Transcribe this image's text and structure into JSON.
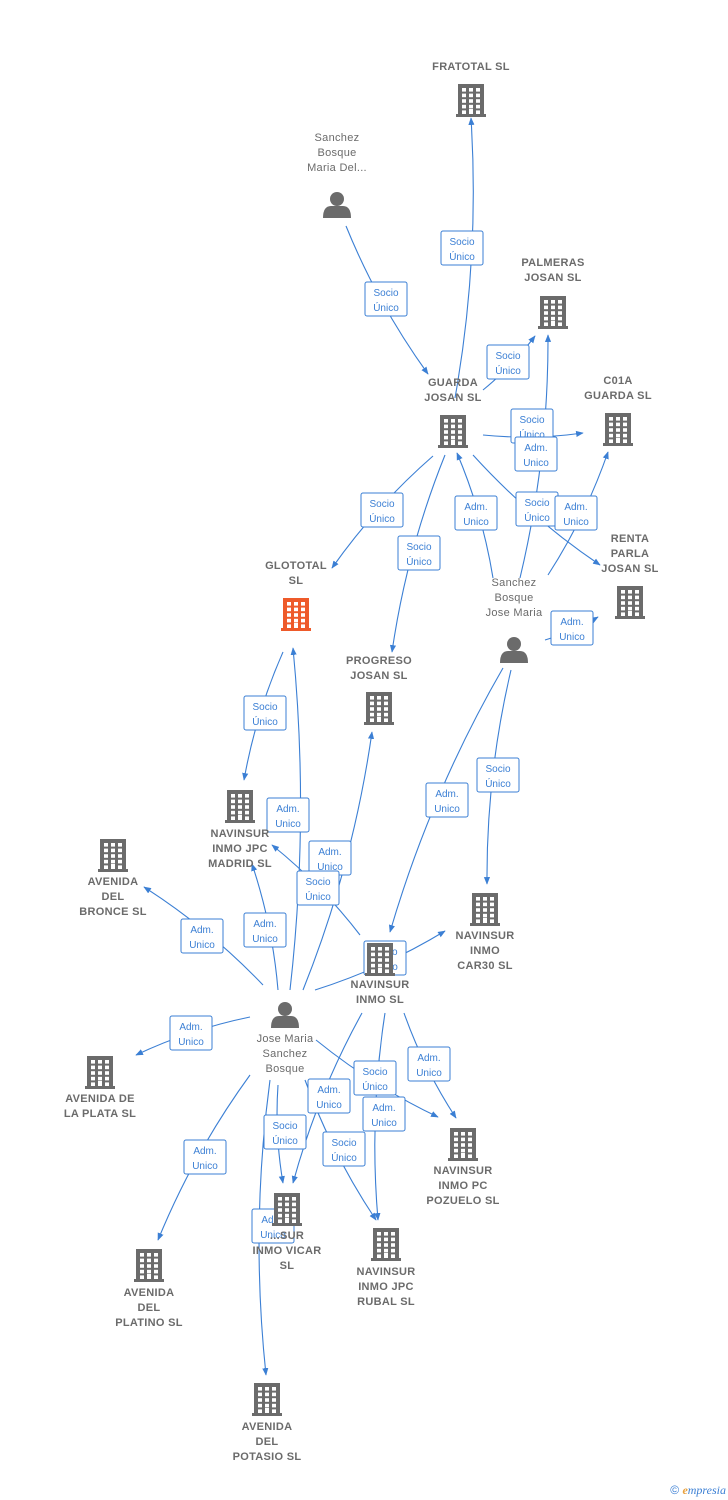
{
  "colors": {
    "accent": "#3b7fd4",
    "node": "#6b6b6b",
    "highlight": "#ee5a2a"
  },
  "nodes": [
    {
      "id": "fratotal",
      "type": "company",
      "label": [
        "FRATOTAL  SL"
      ]
    },
    {
      "id": "sanchez_maria_del",
      "type": "person",
      "label": [
        "Sanchez",
        "Bosque",
        "Maria Del..."
      ]
    },
    {
      "id": "palmeras",
      "type": "company",
      "label": [
        "PALMERAS",
        "JOSAN  SL"
      ]
    },
    {
      "id": "guarda_josan",
      "type": "company",
      "label": [
        "GUARDA",
        "JOSAN  SL"
      ]
    },
    {
      "id": "c01a",
      "type": "company",
      "label": [
        "C01A",
        "GUARDA  SL"
      ]
    },
    {
      "id": "glototal",
      "type": "company",
      "highlight": true,
      "label": [
        "GLOTOTAL",
        "SL"
      ]
    },
    {
      "id": "renta_parla",
      "type": "company",
      "label": [
        "RENTA",
        "PARLA",
        "JOSAN  SL"
      ]
    },
    {
      "id": "sanchez_jose_maria",
      "type": "person",
      "label": [
        "Sanchez",
        "Bosque",
        "Jose Maria"
      ]
    },
    {
      "id": "progreso",
      "type": "company",
      "label": [
        "PROGRESO",
        "JOSAN  SL"
      ]
    },
    {
      "id": "navinsur_madrid",
      "type": "company",
      "label": [
        "NAVINSUR",
        "INMO JPC",
        "MADRID  SL"
      ]
    },
    {
      "id": "avenida_bronce",
      "type": "company",
      "label": [
        "AVENIDA",
        "DEL",
        "BRONCE SL"
      ]
    },
    {
      "id": "navinsur_car30",
      "type": "company",
      "label": [
        "NAVINSUR",
        "INMO",
        "CAR30  SL"
      ]
    },
    {
      "id": "navinsur_inmo",
      "type": "company",
      "label": [
        "NAVINSUR",
        "INMO  SL"
      ]
    },
    {
      "id": "jose_maria_sanchez",
      "type": "person",
      "label": [
        "Jose Maria",
        "Sanchez",
        "Bosque"
      ]
    },
    {
      "id": "avenida_plata",
      "type": "company",
      "label": [
        "AVENIDA DE",
        "LA PLATA SL"
      ]
    },
    {
      "id": "navinsur_pozuelo",
      "type": "company",
      "label": [
        "NAVINSUR",
        "INMO PC",
        "POZUELO  SL"
      ]
    },
    {
      "id": "navinsur_vicar",
      "type": "company",
      "label": [
        "...SUR",
        "INMO VICAR",
        "SL"
      ]
    },
    {
      "id": "avenida_platino",
      "type": "company",
      "label": [
        "AVENIDA",
        "DEL",
        "PLATINO SL"
      ]
    },
    {
      "id": "navinsur_rubal",
      "type": "company",
      "label": [
        "NAVINSUR",
        "INMO JPC",
        "RUBAL  SL"
      ]
    },
    {
      "id": "avenida_potasio",
      "type": "company",
      "label": [
        "AVENIDA",
        "DEL",
        "POTASIO SL"
      ]
    }
  ],
  "edges": [
    {
      "from": "guarda_josan",
      "to": "fratotal",
      "label": [
        "Socio",
        "Único"
      ]
    },
    {
      "from": "sanchez_maria_del",
      "to": "guarda_josan",
      "label": [
        "Socio",
        "Único"
      ]
    },
    {
      "from": "guarda_josan",
      "to": "palmeras",
      "label": [
        "Socio",
        "Único"
      ]
    },
    {
      "from": "guarda_josan",
      "to": "c01a",
      "label": [
        "Socio",
        "Único"
      ]
    },
    {
      "from": "sanchez_jose_maria",
      "to": "palmeras",
      "label": [
        "Adm.",
        "Unico"
      ]
    },
    {
      "from": "guarda_josan",
      "to": "glototal",
      "label": [
        "Socio",
        "Único"
      ]
    },
    {
      "from": "guarda_josan",
      "to": "progreso",
      "label": [
        "Socio",
        "Único"
      ]
    },
    {
      "from": "sanchez_jose_maria",
      "to": "guarda_josan",
      "label": [
        "Adm.",
        "Unico"
      ]
    },
    {
      "from": "guarda_josan",
      "to": "renta_parla",
      "label": [
        "Socio",
        "Único"
      ]
    },
    {
      "from": "sanchez_jose_maria",
      "to": "c01a",
      "label": [
        "Adm.",
        "Unico"
      ]
    },
    {
      "from": "sanchez_jose_maria",
      "to": "renta_parla",
      "label": [
        "Adm.",
        "Unico"
      ]
    },
    {
      "from": "sanchez_jose_maria",
      "to": "navinsur_inmo",
      "label": [
        "Adm.",
        "Unico"
      ]
    },
    {
      "from": "sanchez_jose_maria",
      "to": "navinsur_car30",
      "label": [
        "Socio",
        "Único"
      ]
    },
    {
      "from": "glototal",
      "to": "navinsur_madrid",
      "label": [
        "Socio",
        "Único"
      ]
    },
    {
      "from": "jose_maria_sanchez",
      "to": "glototal",
      "label": [
        "Adm.",
        "Unico"
      ]
    },
    {
      "from": "jose_maria_sanchez",
      "to": "progreso",
      "label": [
        "Adm.",
        "Unico"
      ]
    },
    {
      "from": "navinsur_inmo",
      "to": "navinsur_madrid",
      "label": [
        "Socio",
        "Único"
      ]
    },
    {
      "from": "jose_maria_sanchez",
      "to": "avenida_bronce",
      "label": [
        "Adm.",
        "Unico"
      ]
    },
    {
      "from": "jose_maria_sanchez",
      "to": "navinsur_madrid",
      "label": [
        "Adm.",
        "Unico"
      ]
    },
    {
      "from": "navinsur_inmo",
      "to": "navinsur_car30",
      "label": [
        "Socio",
        "Único"
      ]
    },
    {
      "from": "jose_maria_sanchez",
      "to": "navinsur_car30",
      "label": [
        "Adm.",
        "Unico"
      ]
    },
    {
      "from": "jose_maria_sanchez",
      "to": "avenida_plata",
      "label": [
        "Adm.",
        "Unico"
      ]
    },
    {
      "from": "navinsur_inmo",
      "to": "navinsur_pozuelo",
      "label": [
        "Socio",
        "Único"
      ]
    },
    {
      "from": "jose_maria_sanchez",
      "to": "navinsur_pozuelo",
      "label": [
        "Adm.",
        "Unico"
      ]
    },
    {
      "from": "navinsur_inmo",
      "to": "navinsur_vicar",
      "label": [
        "Socio",
        "Único"
      ]
    },
    {
      "from": "jose_maria_sanchez",
      "to": "navinsur_vicar",
      "label": [
        "Adm.",
        "Unico"
      ]
    },
    {
      "from": "navinsur_inmo",
      "to": "navinsur_rubal",
      "label": [
        "Socio",
        "Único"
      ]
    },
    {
      "from": "jose_maria_sanchez",
      "to": "navinsur_rubal",
      "label": [
        "Adm.",
        "Unico"
      ]
    },
    {
      "from": "jose_maria_sanchez",
      "to": "avenida_platino",
      "label": [
        "Adm.",
        "Unico"
      ]
    },
    {
      "from": "jose_maria_sanchez",
      "to": "avenida_potasio",
      "label": [
        "Adm.",
        "Unico"
      ]
    }
  ],
  "footer": {
    "copyright": "©",
    "brand_first": "e",
    "brand_rest": "mpresia"
  }
}
